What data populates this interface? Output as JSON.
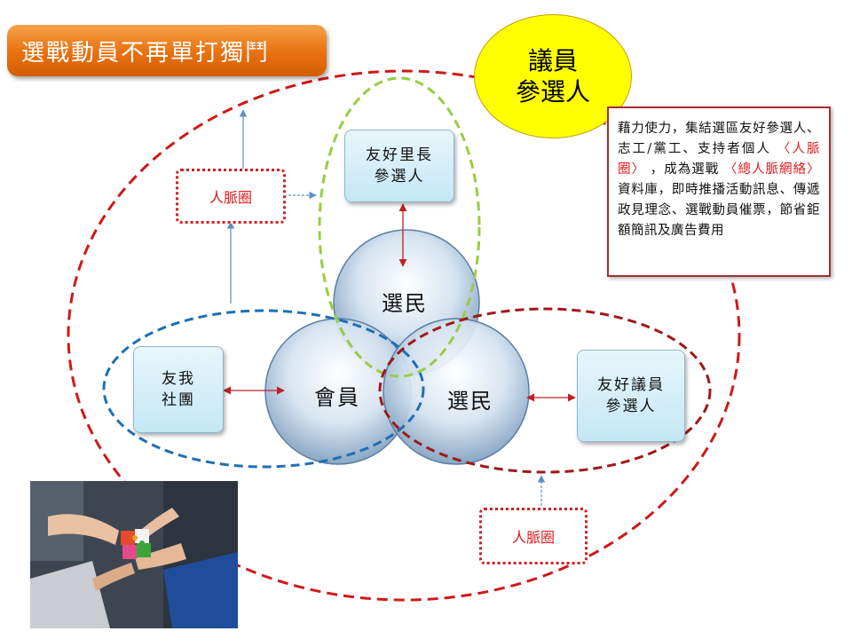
{
  "title": "選戰動員不再單打獨鬥",
  "candidate": {
    "line1": "議員",
    "line2": "參選人"
  },
  "note": {
    "part1": "藉力使力，集結選區友好參選人、志工/黨工、支持者個人",
    "highlight1": "〈人脈圈〉",
    "part2": "，成為選戰",
    "highlight2": "〈總人脈網絡〉",
    "part3": "資料庫，即時推播活動訊息、傳遞政見理念、選戰動員催票，節省鉅額簡訊及廣告費用"
  },
  "boxes": {
    "top": {
      "line1": "友好里長",
      "line2": "參選人"
    },
    "left": {
      "line1": "友我",
      "line2": "社團"
    },
    "right": {
      "line1": "友好議員",
      "line2": "參選人"
    }
  },
  "circles": {
    "top": "選民",
    "left": "會員",
    "right": "選民"
  },
  "network_labels": {
    "upper": "人脈圈",
    "lower": "人脈圈"
  },
  "colors": {
    "title_orange": "#e8700f",
    "candidate_yellow": "#ffff00",
    "red_dash": "#d01818",
    "green_dash": "#99cc44",
    "blue_dash": "#1e6fb5",
    "dark_red_dash": "#a01818",
    "arrow_blue": "#5b8fc4"
  },
  "photo_description_icon": "puzzle-hands-photo"
}
